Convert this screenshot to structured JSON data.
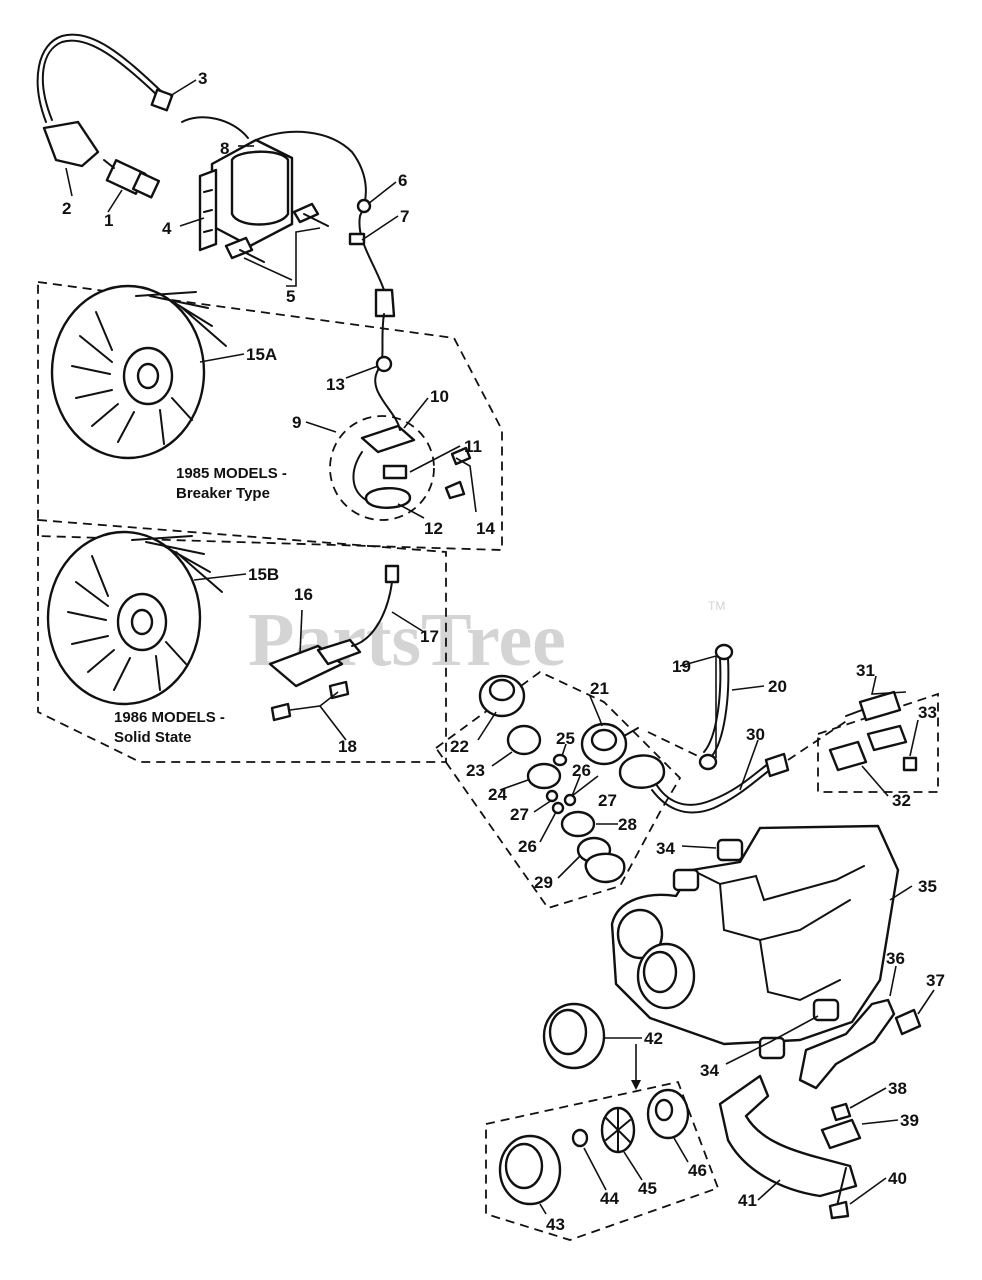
{
  "watermark": {
    "text": "PartsTree",
    "trademark": "TM"
  },
  "sections": [
    {
      "id": "breaker",
      "line1": "1985 MODELS -",
      "line2": "Breaker Type"
    },
    {
      "id": "solid",
      "line1": "1986 MODELS -",
      "line2": "Solid State"
    }
  ],
  "callouts": [
    {
      "id": "c1",
      "text": "1"
    },
    {
      "id": "c2",
      "text": "2"
    },
    {
      "id": "c3",
      "text": "3"
    },
    {
      "id": "c4",
      "text": "4"
    },
    {
      "id": "c5",
      "text": "5"
    },
    {
      "id": "c6",
      "text": "6"
    },
    {
      "id": "c7",
      "text": "7"
    },
    {
      "id": "c8",
      "text": "8"
    },
    {
      "id": "c9",
      "text": "9"
    },
    {
      "id": "c10",
      "text": "10"
    },
    {
      "id": "c11",
      "text": "11"
    },
    {
      "id": "c12",
      "text": "12"
    },
    {
      "id": "c13",
      "text": "13"
    },
    {
      "id": "c14",
      "text": "14"
    },
    {
      "id": "c15a",
      "text": "15A"
    },
    {
      "id": "c15b",
      "text": "15B"
    },
    {
      "id": "c16",
      "text": "16"
    },
    {
      "id": "c17",
      "text": "17"
    },
    {
      "id": "c18",
      "text": "18"
    },
    {
      "id": "c19",
      "text": "19"
    },
    {
      "id": "c20",
      "text": "20"
    },
    {
      "id": "c21",
      "text": "21"
    },
    {
      "id": "c22",
      "text": "22"
    },
    {
      "id": "c23",
      "text": "23"
    },
    {
      "id": "c24",
      "text": "24"
    },
    {
      "id": "c25",
      "text": "25"
    },
    {
      "id": "c26a",
      "text": "26"
    },
    {
      "id": "c26b",
      "text": "26"
    },
    {
      "id": "c27a",
      "text": "27"
    },
    {
      "id": "c27b",
      "text": "27"
    },
    {
      "id": "c28",
      "text": "28"
    },
    {
      "id": "c29",
      "text": "29"
    },
    {
      "id": "c30",
      "text": "30"
    },
    {
      "id": "c31",
      "text": "31"
    },
    {
      "id": "c32",
      "text": "32"
    },
    {
      "id": "c33",
      "text": "33"
    },
    {
      "id": "c34a",
      "text": "34"
    },
    {
      "id": "c34b",
      "text": "34"
    },
    {
      "id": "c35",
      "text": "35"
    },
    {
      "id": "c36",
      "text": "36"
    },
    {
      "id": "c37",
      "text": "37"
    },
    {
      "id": "c38",
      "text": "38"
    },
    {
      "id": "c39",
      "text": "39"
    },
    {
      "id": "c40",
      "text": "40"
    },
    {
      "id": "c41",
      "text": "41"
    },
    {
      "id": "c42",
      "text": "42"
    },
    {
      "id": "c43",
      "text": "43"
    },
    {
      "id": "c44",
      "text": "44"
    },
    {
      "id": "c45",
      "text": "45"
    },
    {
      "id": "c46",
      "text": "46"
    }
  ]
}
